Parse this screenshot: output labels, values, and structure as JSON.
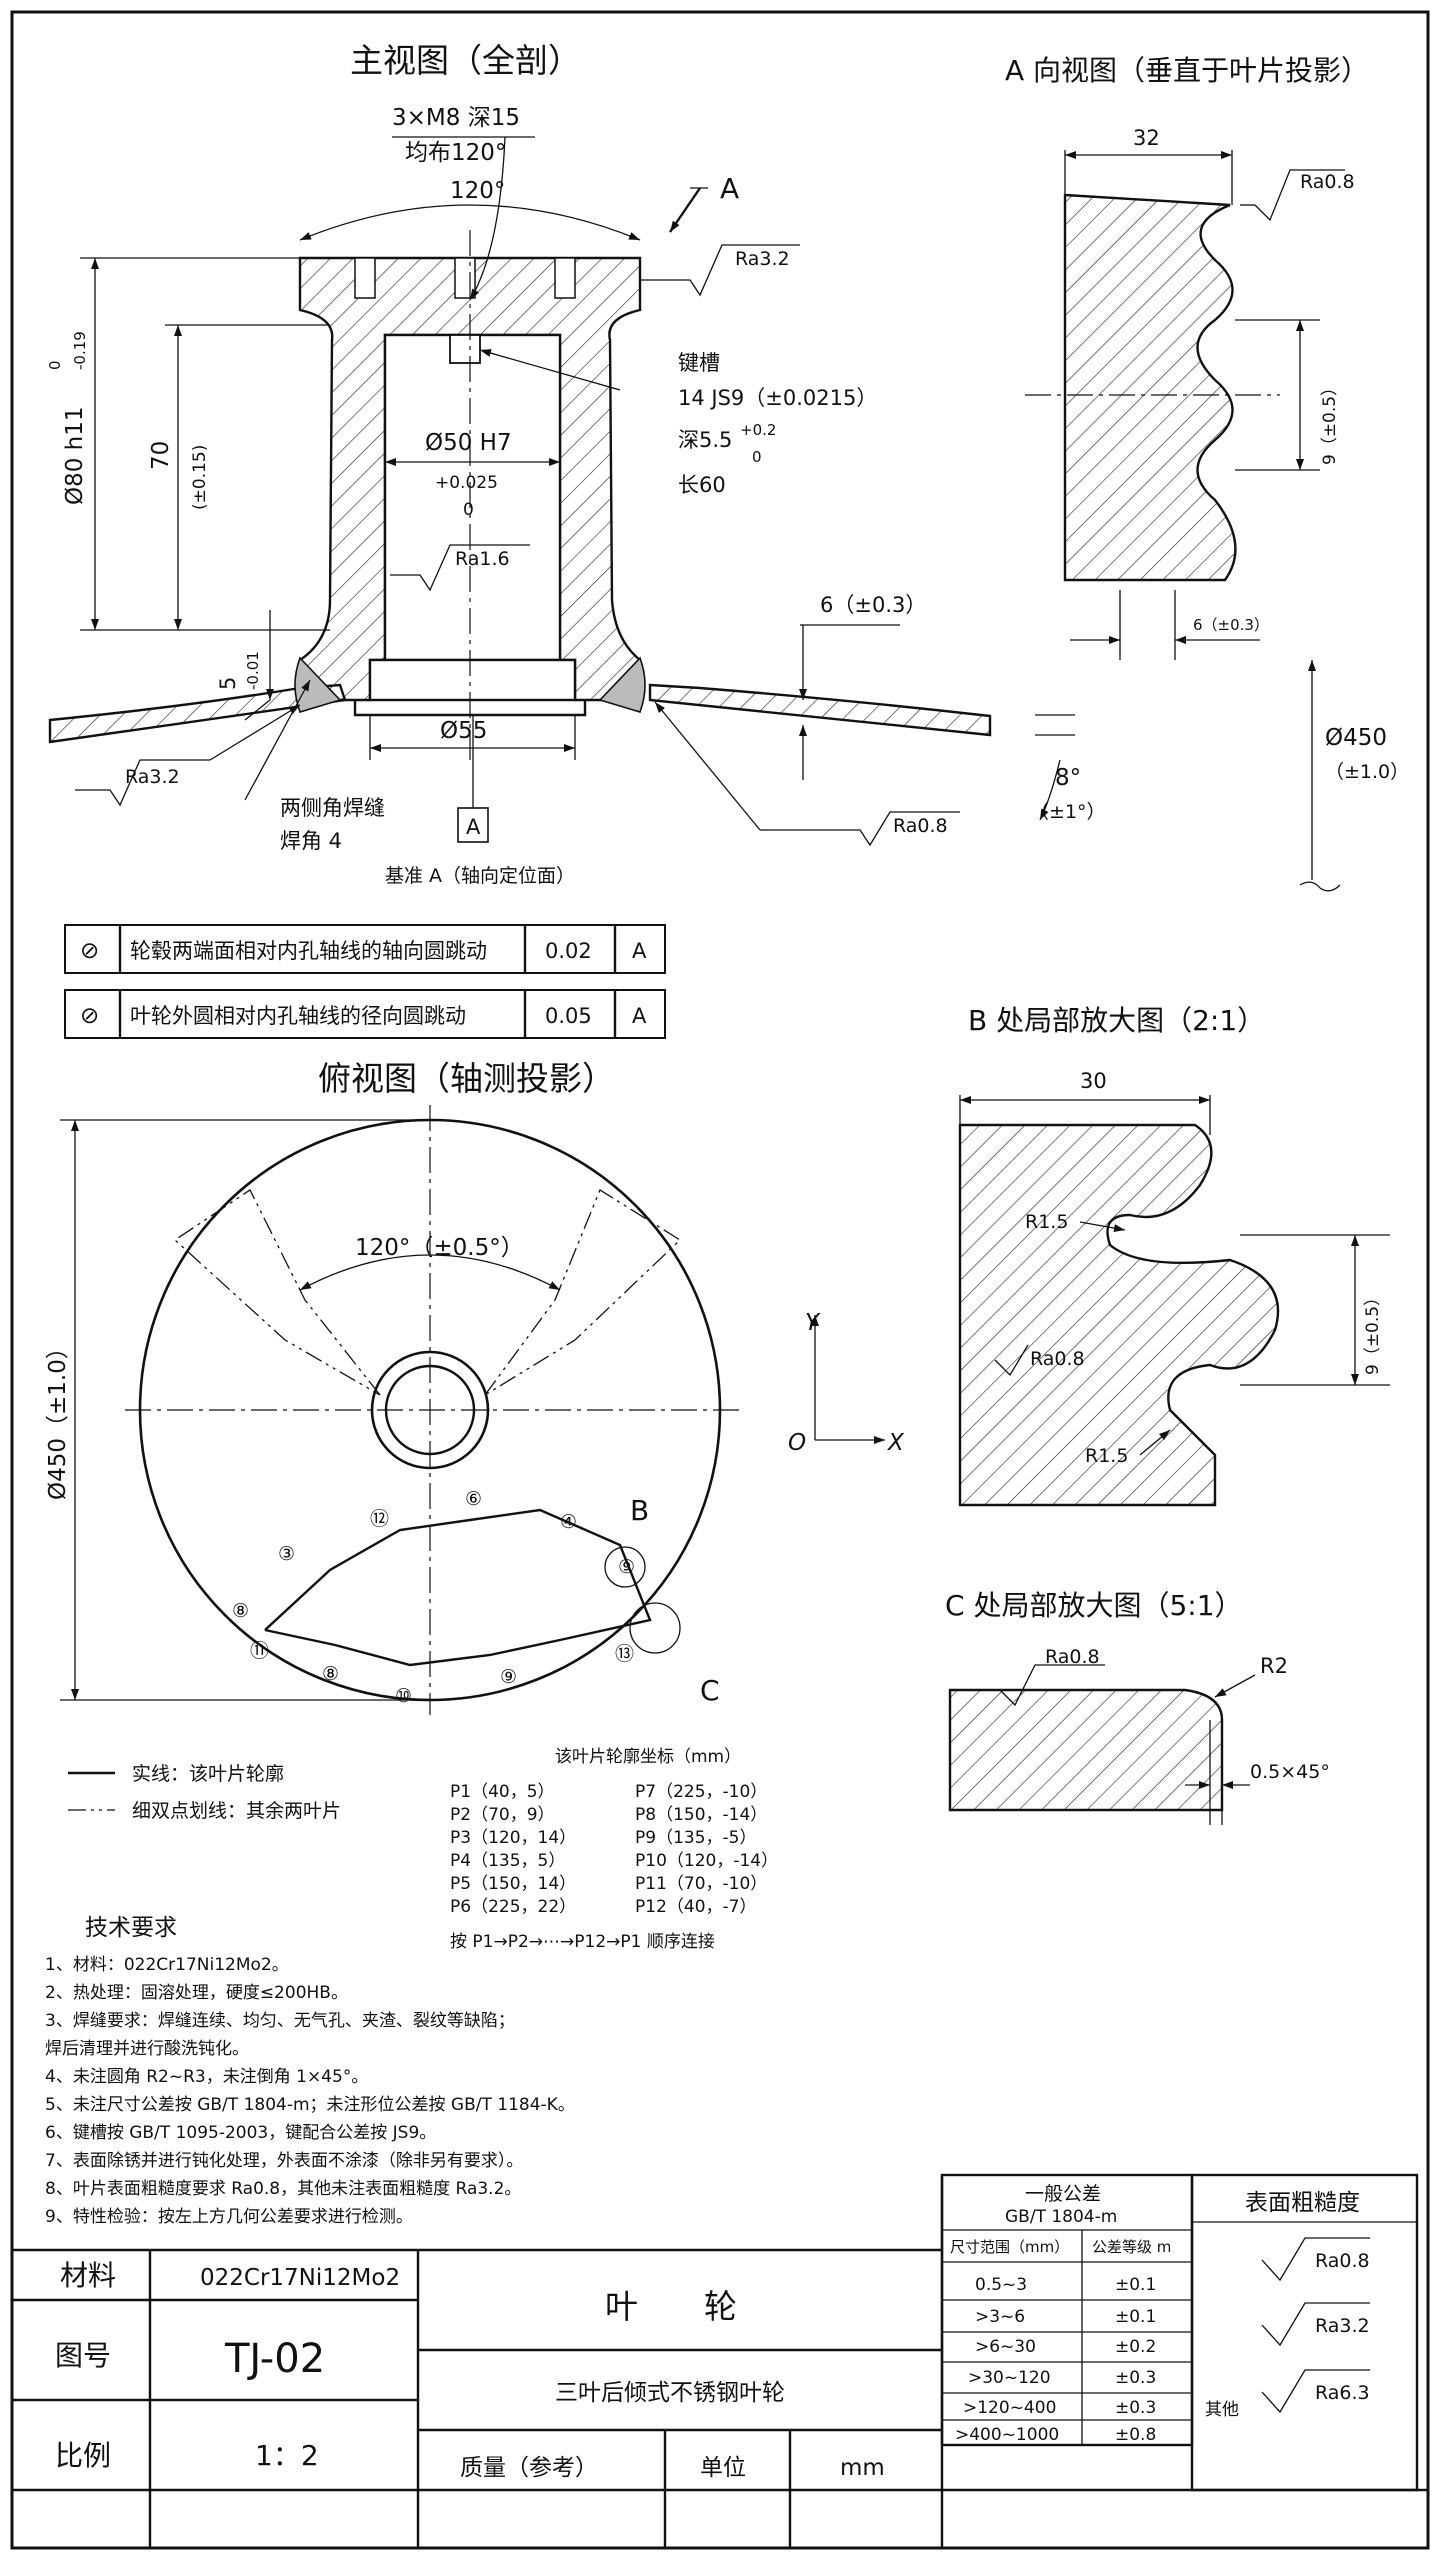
{
  "views": {
    "main_title": "主视图（全剖）",
    "a_view_title": "A 向视图（垂直于叶片投影）",
    "b_detail_title": "B 处局部放大图（2:1）",
    "c_detail_title": "C 处局部放大图（5:1）",
    "top_title": "俯视图（轴测投影）"
  },
  "main_view": {
    "holes_label": "3×M8  深15",
    "holes_spacing": "均布120°",
    "angle_120": "120°",
    "section_mark": "A",
    "ra_top": "Ra3.2",
    "keyway_title": "键槽",
    "keyway_spec": "14 JS9（±0.0215）",
    "keyway_depth": "深5.5",
    "keyway_depth_upper": "+0.2",
    "keyway_depth_lower": "0",
    "keyway_length": "长60",
    "outer_dia": "Ø80 h11",
    "outer_dia_upper": "0",
    "outer_dia_lower": "-0.19",
    "height_70": "70",
    "height_70_tol": "(±0.15)",
    "bore": "Ø50 H7",
    "bore_upper": "+0.025",
    "bore_lower": "0",
    "ra_bore": "Ra1.6",
    "dim_5": "5",
    "dim_5_tol": "-0.01",
    "ra_left": "Ra3.2",
    "weld_note": "两侧角焊缝",
    "weld_size": "焊角 4",
    "dia_55": "Ø55",
    "datum_letter": "A",
    "datum_note": "基准 A（轴向定位面）",
    "blade_thk": "6（±0.3）",
    "blade_angle": "8°",
    "blade_angle_tol": "（±1°）",
    "ra_blade": "Ra0.8",
    "dia_450": "Ø450",
    "dia_450_tol": "（±1.0）"
  },
  "a_view": {
    "width": "32",
    "ra": "Ra0.8",
    "pitch": "9（±0.5）",
    "thk": "6（±0.3）"
  },
  "tolerance_frames": [
    {
      "symbol": "⊘",
      "text": "轮毂两端面相对内孔轴线的轴向圆跳动",
      "value": "0.02",
      "datum": "A"
    },
    {
      "symbol": "⊘",
      "text": "叶轮外圆相对内孔轴线的径向圆跳动",
      "value": "0.05",
      "datum": "A"
    }
  ],
  "b_detail": {
    "width": "30",
    "r_top": "R1.5",
    "r_bottom": "R1.5",
    "ra": "Ra0.8",
    "pitch": "9（±0.5）"
  },
  "c_detail": {
    "ra": "Ra0.8",
    "radius": "R2",
    "chamfer": "0.5×45°"
  },
  "top_view": {
    "dia": "Ø450（±1.0）",
    "angle": "120°（±0.5°）",
    "axis_y": "Y",
    "axis_x": "X",
    "axis_o": "O",
    "label_b": "B",
    "label_c": "C",
    "points": [
      "⑫",
      "⑥",
      "④",
      "⑨",
      "③",
      "⑧",
      "⑪",
      "⑧",
      "⑩",
      "⑨",
      "⑬"
    ]
  },
  "legend": {
    "solid": "实线：该叶片轮廓",
    "phantom": "细双点划线：其余两叶片"
  },
  "coords": {
    "title": "该叶片轮廓坐标（mm）",
    "left": [
      "P1（40，5）",
      "P2（70，9）",
      "P3（120，14）",
      "P4（135，5）",
      "P5（150，14）",
      "P6（225，22）"
    ],
    "right": [
      "P7（225，-10）",
      "P8（150，-14）",
      "P9（135，-5）",
      "P10（120，-14）",
      "P11（70，-10）",
      "P12（40，-7）"
    ],
    "order": "按 P1→P2→⋯→P12→P1 顺序连接"
  },
  "tech": {
    "title": "技术要求",
    "items": [
      "1、材料：022Cr17Ni12Mo2。",
      "2、热处理：固溶处理，硬度≤200HB。",
      "3、焊缝要求：焊缝连续、均匀、无气孔、夹渣、裂纹等缺陷；",
      "   焊后清理并进行酸洗钝化。",
      "4、未注圆角 R2~R3，未注倒角 1×45°。",
      "5、未注尺寸公差按 GB/T 1804-m；未注形位公差按 GB/T 1184-K。",
      "6、键槽按 GB/T 1095-2003，键配合公差按 JS9。",
      "7、表面除锈并进行钝化处理，外表面不涂漆（除非另有要求）。",
      "8、叶片表面粗糙度要求 Ra0.8，其他未注表面粗糙度 Ra3.2。",
      "9、特性检验：按左上方几何公差要求进行检测。"
    ]
  },
  "general_tol": {
    "title": "一般公差",
    "std": "GB/T 1804-m",
    "col1": "尺寸范围（mm）",
    "col2": "公差等级 m",
    "rows": [
      {
        "range": "0.5~3",
        "tol": "±0.1"
      },
      {
        "range": ">3~6",
        "tol": "±0.1"
      },
      {
        "range": ">6~30",
        "tol": "±0.2"
      },
      {
        "range": ">30~120",
        "tol": "±0.3"
      },
      {
        "range": ">120~400",
        "tol": "±0.3"
      },
      {
        "range": ">400~1000",
        "tol": "±0.8"
      }
    ]
  },
  "roughness": {
    "title": "表面粗糙度",
    "r1": "Ra0.8",
    "r2": "Ra3.2",
    "other": "其他",
    "r3": "Ra6.3"
  },
  "title_block": {
    "material_label": "材料",
    "material": "022Cr17Ni12Mo2",
    "drawing_no_label": "图号",
    "drawing_no": "TJ-02",
    "scale_label": "比例",
    "scale": "1：2",
    "part_name": "叶　　轮",
    "part_desc": "三叶后倾式不锈钢叶轮",
    "mass_label": "质量（参考）",
    "unit_label": "单位",
    "unit": "mm"
  }
}
